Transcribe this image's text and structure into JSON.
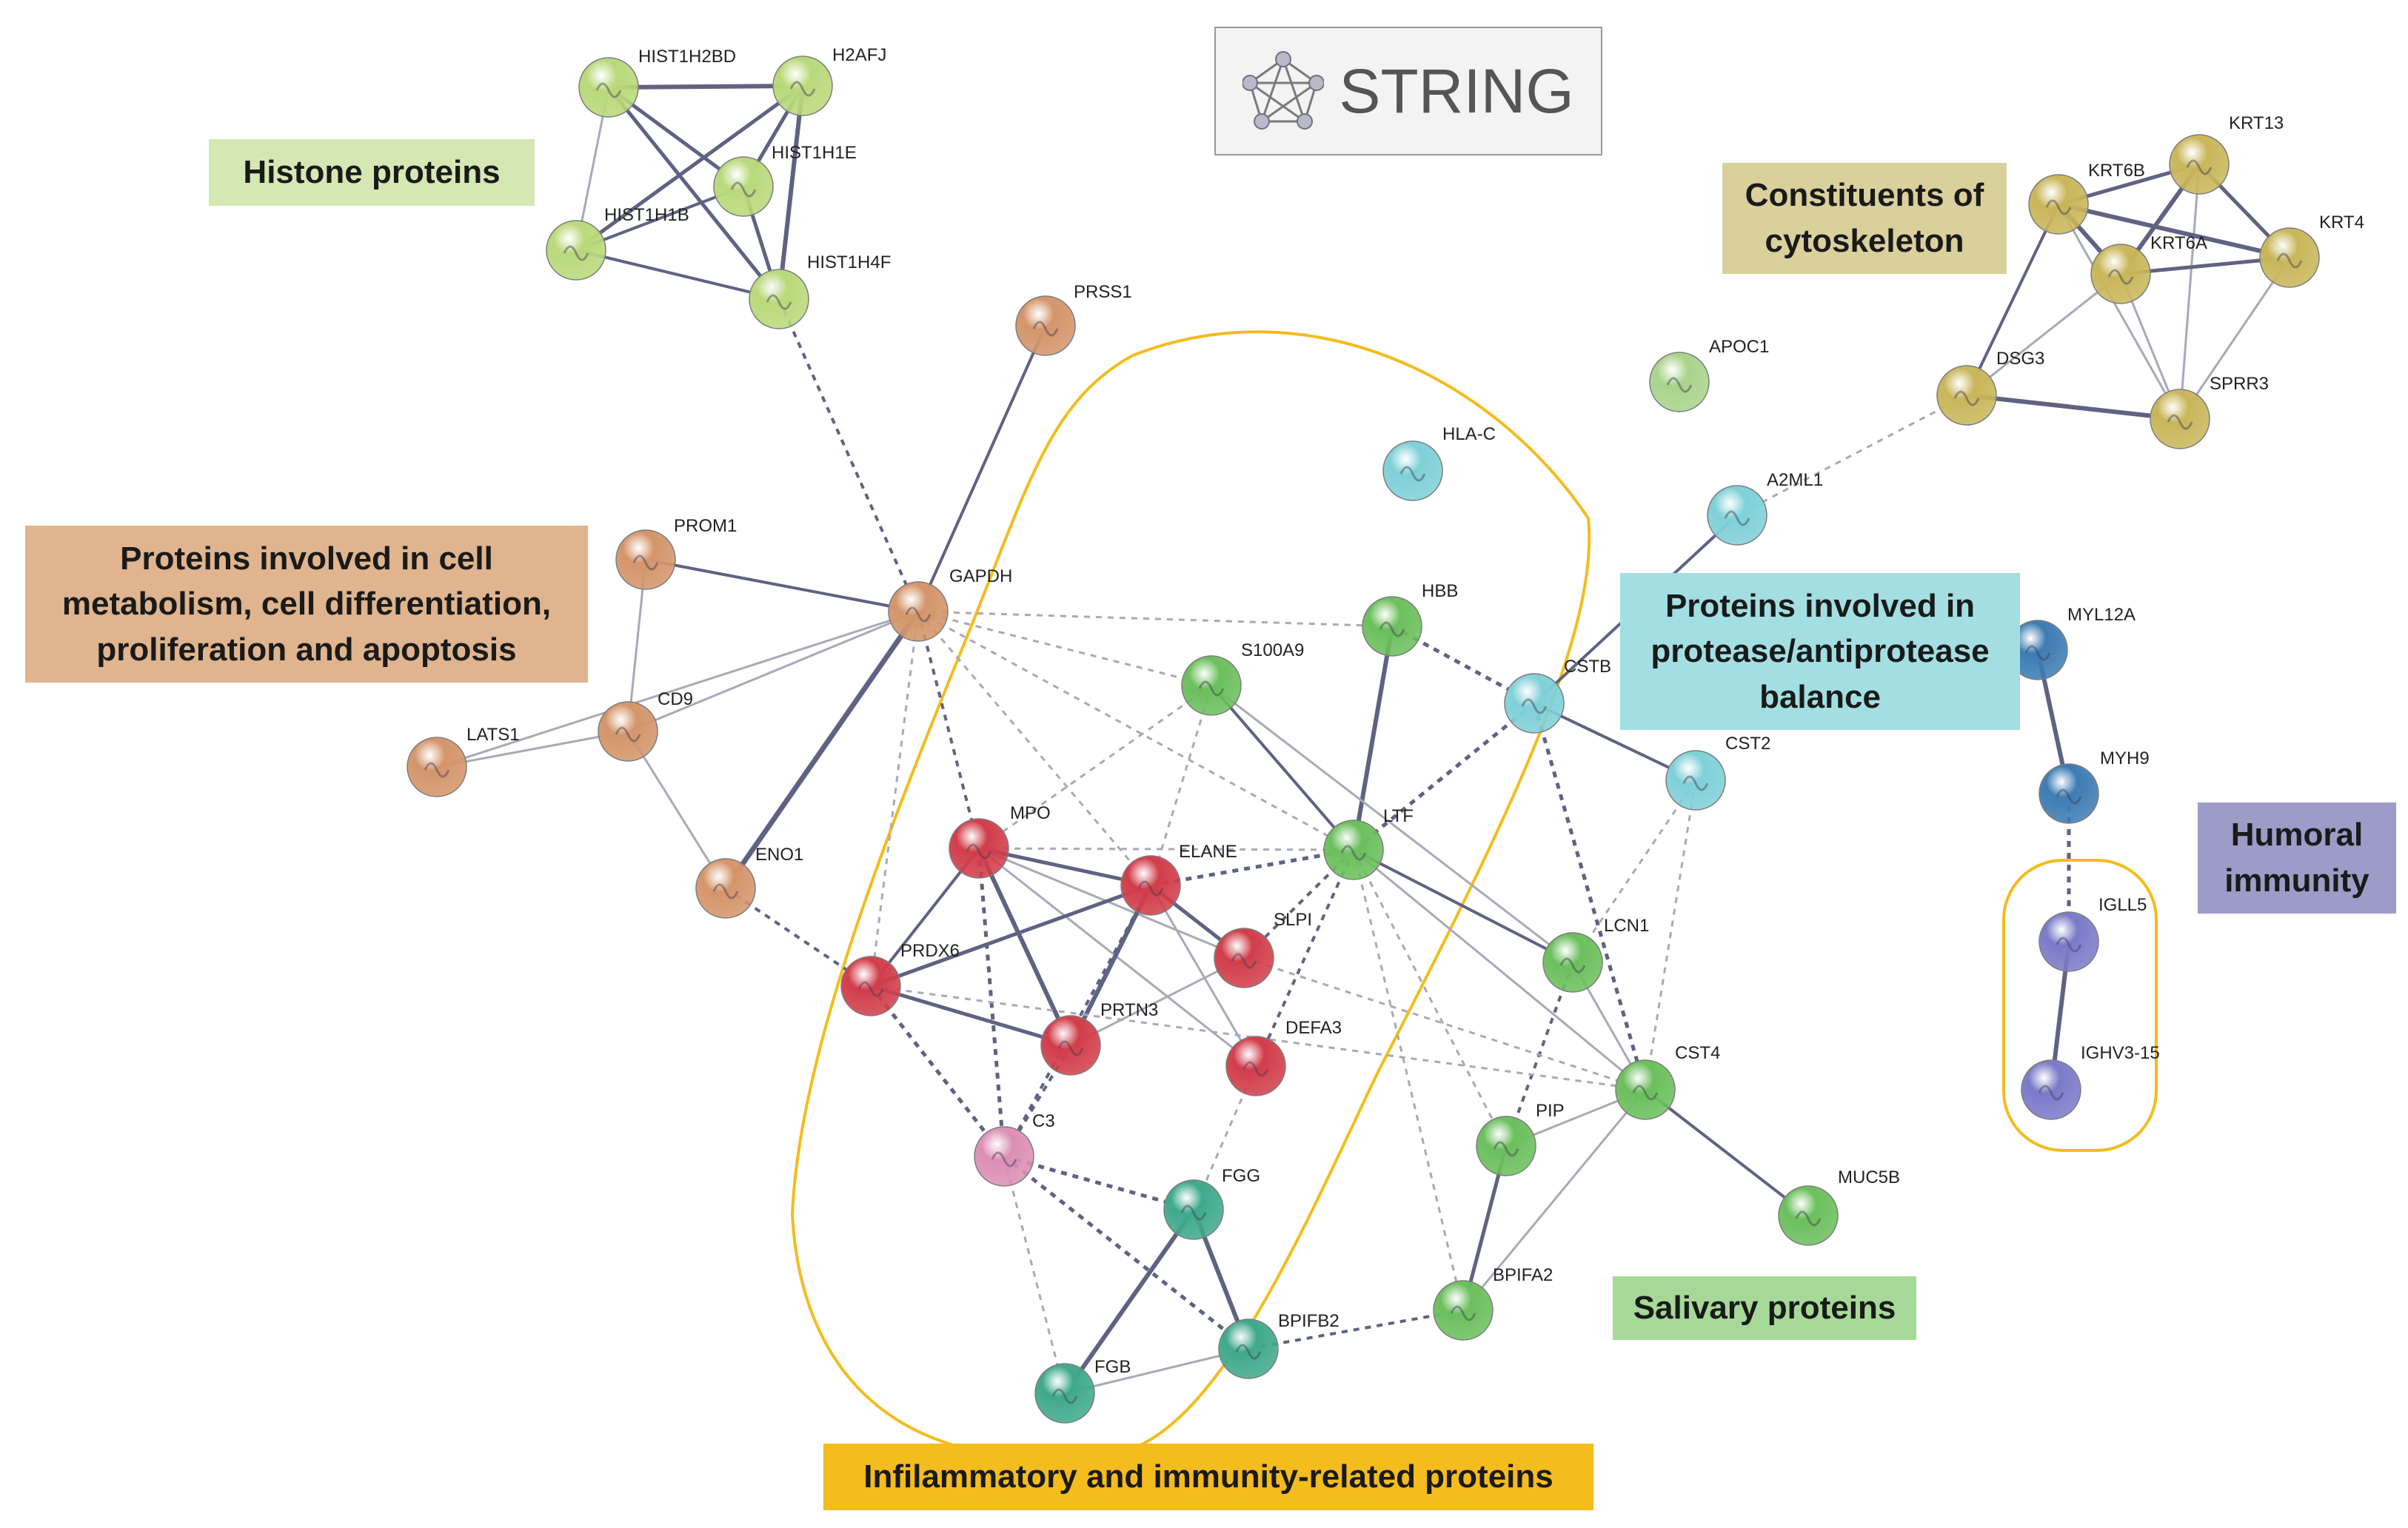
{
  "logo": {
    "text": "STRING"
  },
  "clusters": {
    "histone": {
      "label": "Histone proteins",
      "color": "#d5e8b4"
    },
    "metabolism": {
      "label": "Proteins involved in cell metabolism, cell differentiation, proliferation and apoptosis",
      "color": "#dfb48e"
    },
    "cytoskeleton": {
      "label": "Constituents of cytoskeleton",
      "color": "#d9d09c"
    },
    "protease": {
      "label": "Proteins involved in protease/antiprotease balance",
      "color": "#a3dfe2"
    },
    "humoral": {
      "label": "Humoral immunity",
      "color": "#9d9cc8"
    },
    "salivary": {
      "label": "Salivary proteins",
      "color": "#a6d997"
    },
    "inflammatory": {
      "label": "Infilammatory and immunity-related proteins",
      "color": "#f4bc1c"
    }
  },
  "nodes": [
    {
      "id": "HIST1H2BD",
      "group": "histone"
    },
    {
      "id": "H2AFJ",
      "group": "histone"
    },
    {
      "id": "HIST1H1E",
      "group": "histone"
    },
    {
      "id": "HIST1H1B",
      "group": "histone"
    },
    {
      "id": "HIST1H4F",
      "group": "histone"
    },
    {
      "id": "PRSS1",
      "group": "metabolism"
    },
    {
      "id": "PROM1",
      "group": "metabolism"
    },
    {
      "id": "GAPDH",
      "group": "metabolism"
    },
    {
      "id": "CD9",
      "group": "metabolism"
    },
    {
      "id": "LATS1",
      "group": "metabolism"
    },
    {
      "id": "ENO1",
      "group": "metabolism"
    },
    {
      "id": "KRT13",
      "group": "cytoskeleton"
    },
    {
      "id": "KRT6B",
      "group": "cytoskeleton"
    },
    {
      "id": "KRT6A",
      "group": "cytoskeleton"
    },
    {
      "id": "KRT4",
      "group": "cytoskeleton"
    },
    {
      "id": "DSG3",
      "group": "cytoskeleton"
    },
    {
      "id": "SPRR3",
      "group": "cytoskeleton"
    },
    {
      "id": "APOC1",
      "group": "salivary-light"
    },
    {
      "id": "HLA-C",
      "group": "cyan"
    },
    {
      "id": "A2ML1",
      "group": "cyan"
    },
    {
      "id": "HBB",
      "group": "green"
    },
    {
      "id": "S100A9",
      "group": "green"
    },
    {
      "id": "CSTB",
      "group": "cyan"
    },
    {
      "id": "CST2",
      "group": "cyan"
    },
    {
      "id": "LTF",
      "group": "green"
    },
    {
      "id": "MPO",
      "group": "red"
    },
    {
      "id": "ELANE",
      "group": "red"
    },
    {
      "id": "SLPI",
      "group": "red"
    },
    {
      "id": "PRDX6",
      "group": "red"
    },
    {
      "id": "PRTN3",
      "group": "red"
    },
    {
      "id": "DEFA3",
      "group": "red"
    },
    {
      "id": "C3",
      "group": "pink"
    },
    {
      "id": "LCN1",
      "group": "green"
    },
    {
      "id": "CST4",
      "group": "green"
    },
    {
      "id": "PIP",
      "group": "green"
    },
    {
      "id": "MUC5B",
      "group": "green"
    },
    {
      "id": "BPIFA2",
      "group": "green"
    },
    {
      "id": "FGG",
      "group": "teal"
    },
    {
      "id": "BPIFB2",
      "group": "teal"
    },
    {
      "id": "FGB",
      "group": "teal"
    },
    {
      "id": "MYL12A",
      "group": "blue"
    },
    {
      "id": "MYH9",
      "group": "blue"
    },
    {
      "id": "IGLL5",
      "group": "purple"
    },
    {
      "id": "IGHV3-15",
      "group": "purple"
    }
  ],
  "edges": [
    [
      "HIST1H2BD",
      "H2AFJ",
      "s",
      5
    ],
    [
      "HIST1H2BD",
      "HIST1H1E",
      "s",
      4
    ],
    [
      "HIST1H2BD",
      "HIST1H1B",
      "s",
      2
    ],
    [
      "HIST1H2BD",
      "HIST1H4F",
      "s",
      4
    ],
    [
      "H2AFJ",
      "HIST1H1E",
      "s",
      4
    ],
    [
      "H2AFJ",
      "HIST1H1B",
      "s",
      4
    ],
    [
      "H2AFJ",
      "HIST1H4F",
      "s",
      5
    ],
    [
      "HIST1H1E",
      "HIST1H4F",
      "s",
      4
    ],
    [
      "HIST1H1E",
      "HIST1H1B",
      "s",
      3
    ],
    [
      "HIST1H1B",
      "HIST1H4F",
      "s",
      3
    ],
    [
      "HIST1H4F",
      "GAPDH",
      "d",
      3
    ],
    [
      "PRSS1",
      "GAPDH",
      "s",
      3
    ],
    [
      "PROM1",
      "GAPDH",
      "s",
      3
    ],
    [
      "PROM1",
      "CD9",
      "s",
      2
    ],
    [
      "GAPDH",
      "CD9",
      "s",
      2
    ],
    [
      "GAPDH",
      "LATS1",
      "s",
      2
    ],
    [
      "GAPDH",
      "ENO1",
      "s",
      6
    ],
    [
      "CD9",
      "LATS1",
      "s",
      2
    ],
    [
      "CD9",
      "ENO1",
      "s",
      2
    ],
    [
      "ENO1",
      "PRDX6",
      "d",
      3
    ],
    [
      "GAPDH",
      "S100A9",
      "d",
      2
    ],
    [
      "GAPDH",
      "HBB",
      "d",
      2
    ],
    [
      "GAPDH",
      "MPO",
      "d",
      3
    ],
    [
      "GAPDH",
      "ELANE",
      "d",
      2
    ],
    [
      "GAPDH",
      "LTF",
      "d",
      2
    ],
    [
      "GAPDH",
      "PRDX6",
      "d",
      2
    ],
    [
      "KRT13",
      "KRT6B",
      "s",
      4
    ],
    [
      "KRT13",
      "KRT6A",
      "s",
      5
    ],
    [
      "KRT13",
      "KRT4",
      "s",
      4
    ],
    [
      "KRT13",
      "SPRR3",
      "s",
      2
    ],
    [
      "KRT6B",
      "KRT6A",
      "s",
      5
    ],
    [
      "KRT6B",
      "KRT4",
      "s",
      5
    ],
    [
      "KRT6B",
      "DSG3",
      "s",
      3
    ],
    [
      "KRT6B",
      "SPRR3",
      "s",
      2
    ],
    [
      "KRT6A",
      "KRT4",
      "s",
      4
    ],
    [
      "KRT6A",
      "DSG3",
      "s",
      2
    ],
    [
      "KRT6A",
      "SPRR3",
      "s",
      2
    ],
    [
      "KRT4",
      "SPRR3",
      "s",
      2
    ],
    [
      "DSG3",
      "SPRR3",
      "s",
      5
    ],
    [
      "DSG3",
      "A2ML1",
      "d",
      2
    ],
    [
      "A2ML1",
      "CSTB",
      "s",
      3
    ],
    [
      "HBB",
      "LTF",
      "s",
      5
    ],
    [
      "HBB",
      "CSTB",
      "d",
      4
    ],
    [
      "S100A9",
      "LTF",
      "s",
      3
    ],
    [
      "S100A9",
      "MPO",
      "d",
      2
    ],
    [
      "S100A9",
      "ELANE",
      "d",
      2
    ],
    [
      "S100A9",
      "LCN1",
      "s",
      2
    ],
    [
      "CSTB",
      "LTF",
      "d",
      4
    ],
    [
      "CSTB",
      "CST2",
      "s",
      3
    ],
    [
      "CSTB",
      "CST4",
      "d",
      4
    ],
    [
      "CST2",
      "LCN1",
      "d",
      2
    ],
    [
      "CST2",
      "CST4",
      "d",
      2
    ],
    [
      "MPO",
      "ELANE",
      "s",
      4
    ],
    [
      "MPO",
      "PRDX6",
      "s",
      3
    ],
    [
      "MPO",
      "PRTN3",
      "s",
      5
    ],
    [
      "MPO",
      "C3",
      "d",
      4
    ],
    [
      "MPO",
      "DEFA3",
      "s",
      2
    ],
    [
      "MPO",
      "LTF",
      "d",
      2
    ],
    [
      "MPO",
      "SLPI",
      "s",
      2
    ],
    [
      "ELANE",
      "PRDX6",
      "s",
      4
    ],
    [
      "ELANE",
      "PRTN3",
      "s",
      5
    ],
    [
      "ELANE",
      "SLPI",
      "s",
      4
    ],
    [
      "ELANE",
      "LTF",
      "d",
      4
    ],
    [
      "ELANE",
      "DEFA3",
      "s",
      2
    ],
    [
      "ELANE",
      "C3",
      "d",
      3
    ],
    [
      "PRDX6",
      "PRTN3",
      "s",
      4
    ],
    [
      "PRDX6",
      "C3",
      "d",
      4
    ],
    [
      "PRTN3",
      "SLPI",
      "s",
      2
    ],
    [
      "PRTN3",
      "C3",
      "d",
      3
    ],
    [
      "LTF",
      "SLPI",
      "d",
      3
    ],
    [
      "LTF",
      "DEFA3",
      "d",
      3
    ],
    [
      "LTF",
      "LCN1",
      "s",
      3
    ],
    [
      "LTF",
      "CST4",
      "s",
      2
    ],
    [
      "LTF",
      "PIP",
      "d",
      2
    ],
    [
      "LTF",
      "BPIFA2",
      "d",
      2
    ],
    [
      "DEFA3",
      "FGG",
      "d",
      2
    ],
    [
      "C3",
      "FGG",
      "d",
      4
    ],
    [
      "C3",
      "FGB",
      "d",
      2
    ],
    [
      "C3",
      "BPIFB2",
      "d",
      4
    ],
    [
      "FGG",
      "FGB",
      "s",
      5
    ],
    [
      "FGG",
      "BPIFB2",
      "s",
      5
    ],
    [
      "FGB",
      "BPIFB2",
      "s",
      2
    ],
    [
      "BPIFB2",
      "BPIFA2",
      "d",
      3
    ],
    [
      "LCN1",
      "PIP",
      "d",
      3
    ],
    [
      "LCN1",
      "CST4",
      "s",
      2
    ],
    [
      "CST4",
      "PIP",
      "s",
      2
    ],
    [
      "CST4",
      "MUC5B",
      "s",
      3
    ],
    [
      "CST4",
      "BPIFA2",
      "s",
      2
    ],
    [
      "PIP",
      "BPIFA2",
      "s",
      4
    ],
    [
      "SLPI",
      "CST4",
      "d",
      2
    ],
    [
      "PRDX6",
      "CST4",
      "d",
      2
    ],
    [
      "MYL12A",
      "MYH9",
      "s",
      5
    ],
    [
      "MYH9",
      "IGLL5",
      "d",
      4
    ],
    [
      "IGLL5",
      "IGHV3-15",
      "s",
      5
    ]
  ],
  "colors": {
    "histone": "#b9d97a",
    "metabolism": "#d4956a",
    "cytoskeleton": "#c9b65a",
    "salivary-light": "#a9d48b",
    "cyan": "#7fd0d8",
    "green": "#6bbf5c",
    "red": "#d23d4a",
    "pink": "#dc8fb5",
    "teal": "#3fa98b",
    "blue": "#3d7cb3",
    "purple": "#7b7ac9",
    "edge": "#5f6282",
    "edge-light": "#a8a9b8",
    "inflammatory-outline": "#f4bc1c"
  }
}
